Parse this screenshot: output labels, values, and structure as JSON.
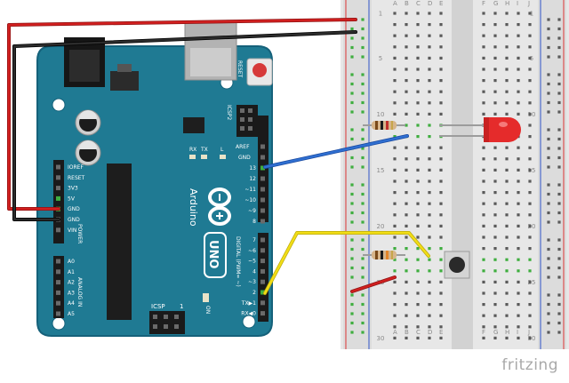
{
  "breadboard": {
    "column_letters_left": [
      "A",
      "B",
      "C",
      "D",
      "E"
    ],
    "column_letters_right": [
      "F",
      "G",
      "H",
      "I",
      "J"
    ],
    "row_numbers": [
      "1",
      "5",
      "10",
      "15",
      "20",
      "25",
      "30"
    ]
  },
  "arduino": {
    "reset_label": "RESET",
    "icsp2_label": "ICSP2",
    "tx_label": "TX",
    "rx_label": "RX",
    "l_label": "L",
    "aref_label": "AREF",
    "gnd_label": "GND",
    "digital_labels": [
      "13",
      "12",
      "~11",
      "~10",
      "~9",
      "8",
      "7",
      "~6",
      "~5",
      "4",
      "~3",
      "2",
      "TX▶1",
      "RX◀0"
    ],
    "power_pins": [
      "IOREF",
      "RESET",
      "3V3",
      "5V",
      "GND",
      "GND",
      "VIN"
    ],
    "power_group_label": "POWER",
    "analog_pins": [
      "A0",
      "A1",
      "A2",
      "A3",
      "A4",
      "A5"
    ],
    "analog_group_label": "ANALOG IN",
    "digital_group_label": "DIGITAL (PWM= ~)",
    "brand_label": "Arduino",
    "model_label": "UNO",
    "icsp_label": "ICSP",
    "on_label": "ON",
    "icsp_pin1": "1"
  },
  "watermark": "fritzing",
  "colors": {
    "board": "#1f7a93",
    "board_edge": "#15617a",
    "breadboard": "#e6e6e6",
    "red_wire": "#d11f1f",
    "black_wire": "#1e1e1e",
    "blue_wire": "#2f6fd1",
    "yellow_wire": "#f1dd16",
    "led": "#e52b2b",
    "hole_active": "#3fae3f",
    "hole": "#5a5a5a"
  }
}
